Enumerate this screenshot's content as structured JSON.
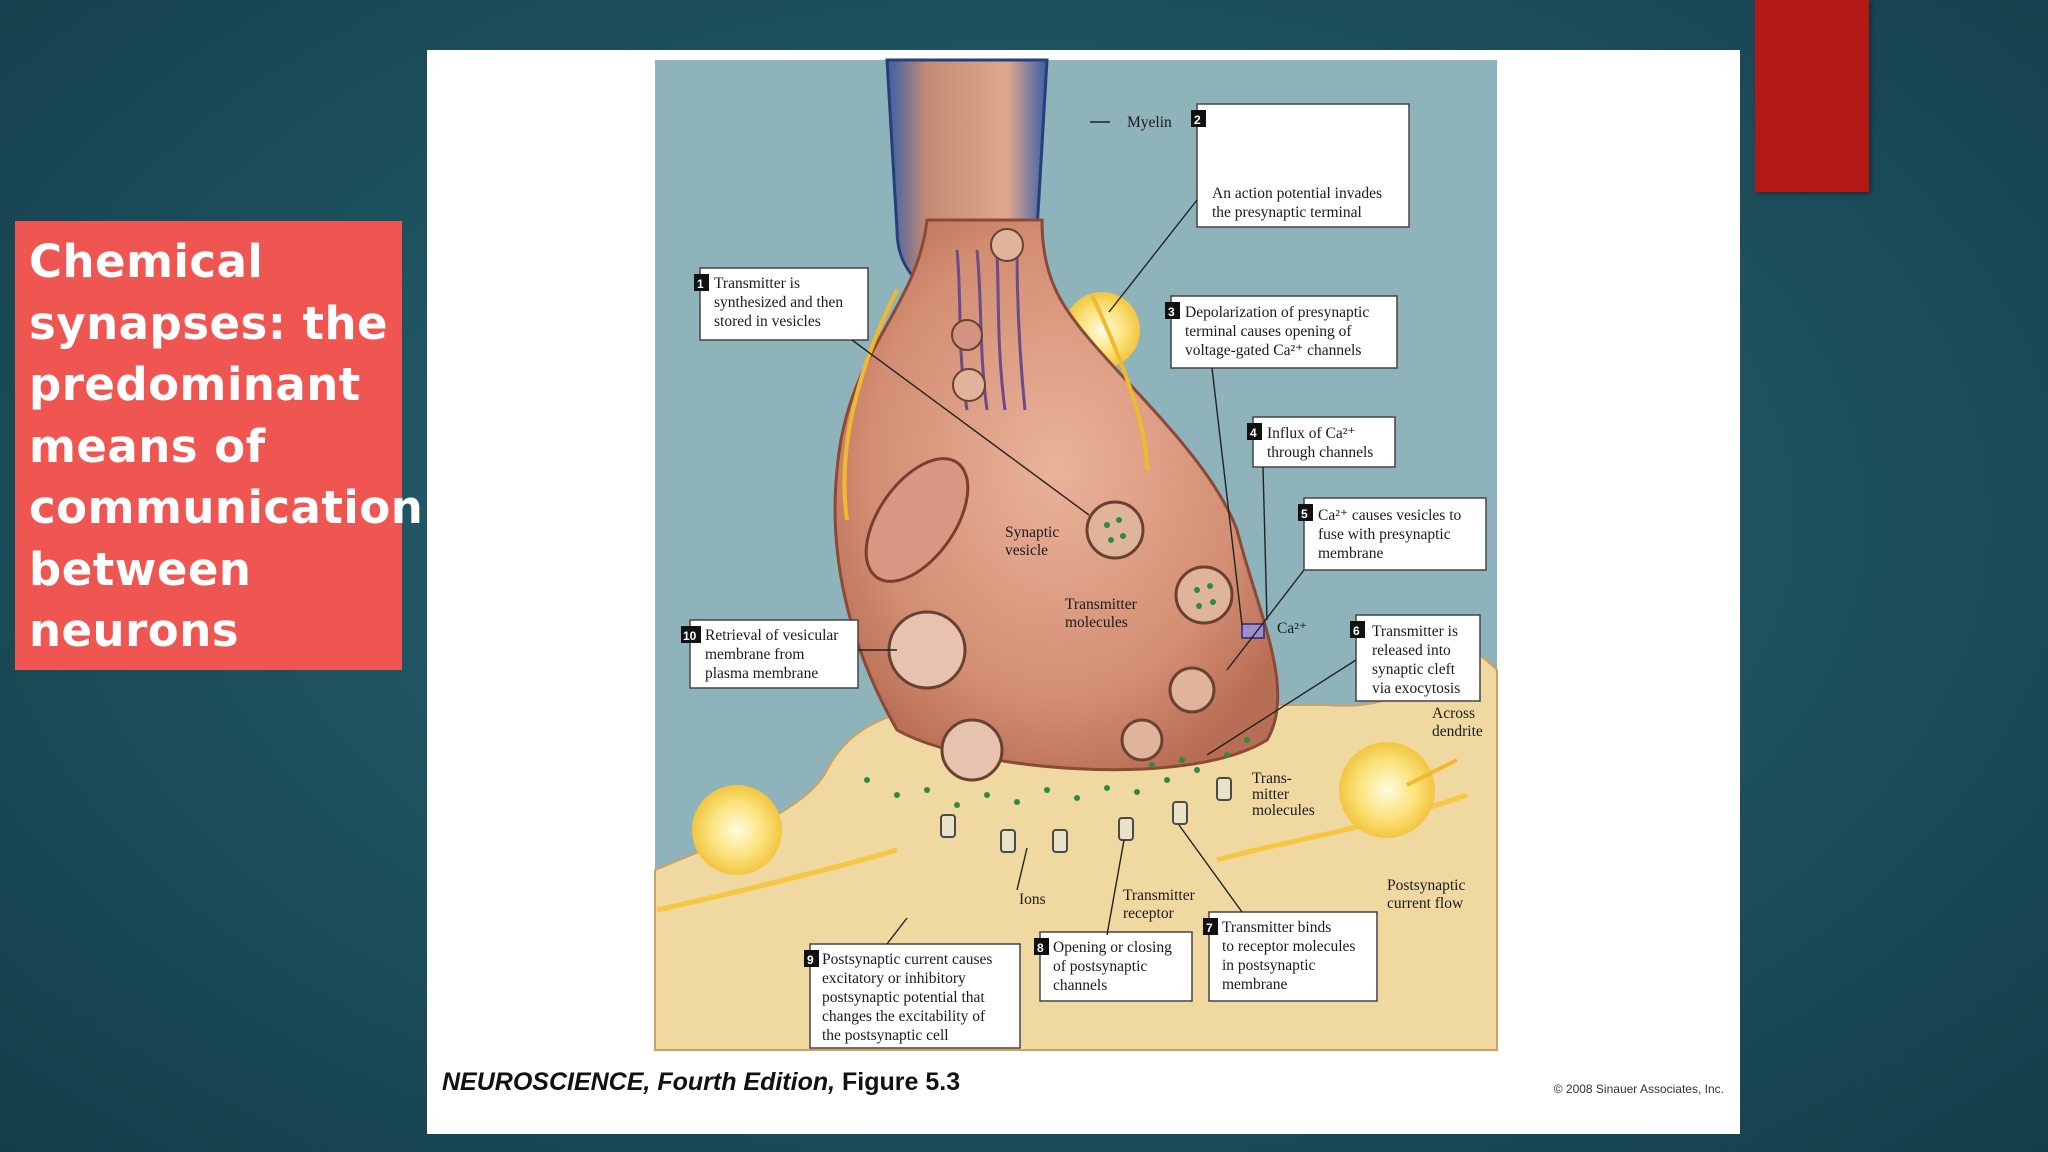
{
  "title": {
    "lines": [
      "Chemical",
      "synapses: the",
      "predominant",
      "means of",
      "communication",
      "between",
      "neurons"
    ]
  },
  "caption": {
    "book": "NEUROSCIENCE,",
    "edition": " Fourth Edition,",
    "figure": " Figure 5.3",
    "copyright": "© 2008 Sinauer Associates, Inc."
  },
  "diagram": {
    "myelin": "Myelin",
    "synaptic_vesicle": [
      "Synaptic",
      "vesicle"
    ],
    "transmitter_molecules": [
      "Transmitter",
      "molecules"
    ],
    "ca_label": "Ca²⁺",
    "across_dendrite": [
      "Across",
      "dendrite"
    ],
    "trans_mitter": [
      "Trans-",
      "mitter",
      "molecules"
    ],
    "ions": "Ions",
    "transmitter_receptor": [
      "Transmitter",
      "receptor"
    ],
    "postsynaptic_current_flow": [
      "Postsynaptic",
      "current flow"
    ],
    "steps": [
      {
        "num": "1",
        "lines": [
          "Transmitter is",
          "synthesized and then",
          "stored in vesicles"
        ]
      },
      {
        "num": "2",
        "lines": [
          "An action potential invades",
          "the presynaptic terminal"
        ]
      },
      {
        "num": "3",
        "lines": [
          "Depolarization of presynaptic",
          "terminal causes opening of",
          "voltage-gated Ca²⁺ channels"
        ]
      },
      {
        "num": "4",
        "lines": [
          "Influx of Ca²⁺",
          "through channels"
        ]
      },
      {
        "num": "5",
        "lines": [
          "Ca²⁺ causes vesicles to",
          "fuse with presynaptic",
          "membrane"
        ]
      },
      {
        "num": "6",
        "lines": [
          "Transmitter is",
          "released into",
          "synaptic cleft",
          "via exocytosis"
        ]
      },
      {
        "num": "7",
        "lines": [
          "Transmitter binds",
          "to receptor molecules",
          "in postsynaptic",
          "membrane"
        ]
      },
      {
        "num": "8",
        "lines": [
          "Opening or closing",
          "of postsynaptic",
          "channels"
        ]
      },
      {
        "num": "9",
        "lines": [
          "Postsynaptic current causes",
          "excitatory or inhibitory",
          "postsynaptic potential that",
          "changes the excitability of",
          "the postsynaptic cell"
        ]
      },
      {
        "num": "10",
        "lines": [
          "Retrieval of vesicular",
          "membrane from",
          "plasma membrane"
        ]
      }
    ]
  },
  "colors": {
    "background": "#1f5562",
    "title_box": "#ef5652",
    "corner_tab": "#b41816",
    "diagram_bg": "#8fb3bb",
    "terminal": "#d89a80",
    "dendrite": "#f0d9a0"
  }
}
